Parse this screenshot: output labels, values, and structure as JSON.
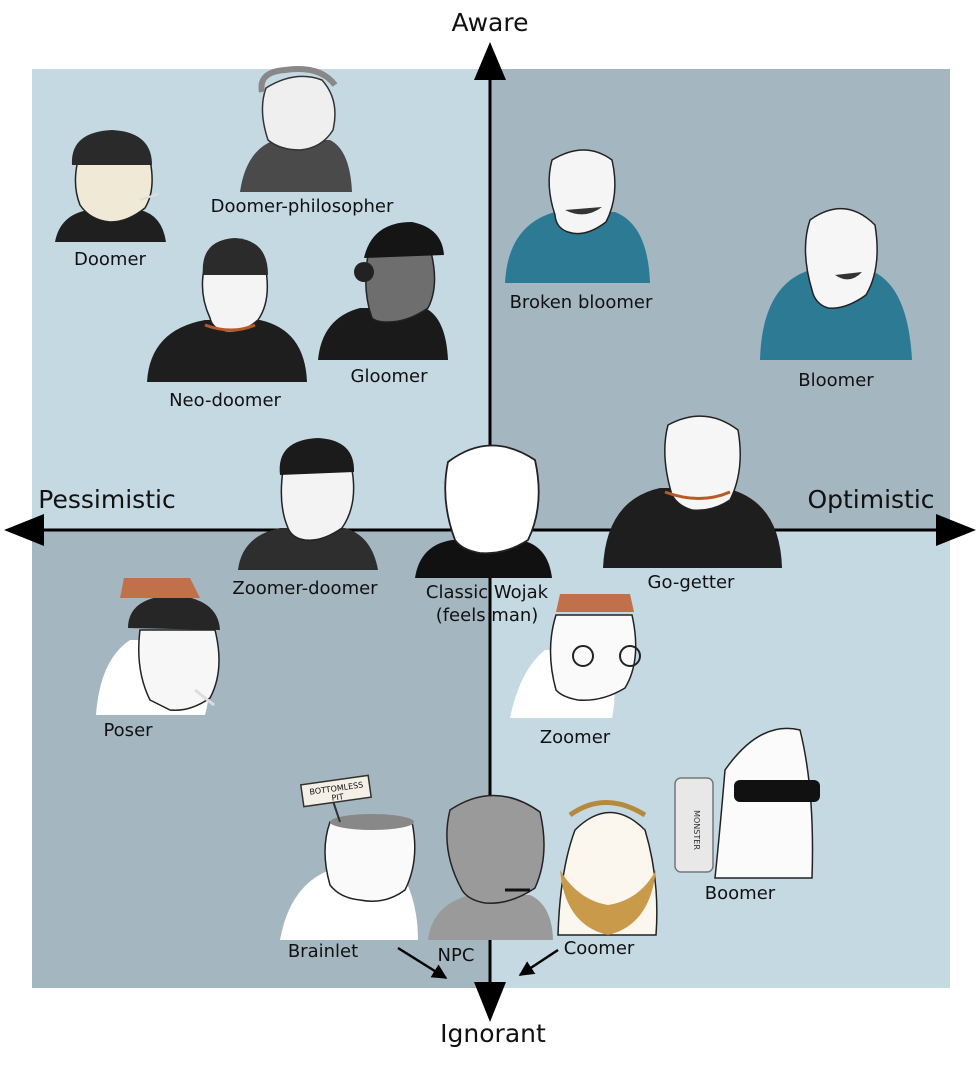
{
  "colors": {
    "light": "#c5d9e3",
    "dark": "#a4b6c0",
    "axis": "#000000",
    "hoodie": "#2d7a95"
  },
  "axes": {
    "top": "Aware",
    "bottom": "Ignorant",
    "left": "Pessimistic",
    "right": "Optimistic"
  },
  "characters": {
    "doomer": "Doomer",
    "doomer_philosopher": "Doomer-philosopher",
    "neo_doomer": "Neo-doomer",
    "gloomer": "Gloomer",
    "broken_bloomer": "Broken bloomer",
    "bloomer": "Bloomer",
    "zoomer_doomer": "Zoomer-doomer",
    "classic_wojak": "Classic Wojak (feels man)",
    "go_getter": "Go-getter",
    "poser": "Poser",
    "zoomer": "Zoomer",
    "brainlet": "Brainlet",
    "npc": "NPC",
    "coomer": "Coomer",
    "boomer": "Boomer"
  },
  "props": {
    "sign_text": "BOTTOMLESS PIT",
    "can_text": "MONSTER"
  }
}
